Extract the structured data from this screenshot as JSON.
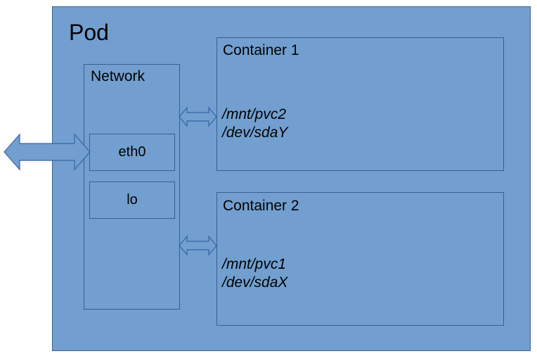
{
  "colors": {
    "pod_fill": "#729fcf",
    "border": "#3a5f8d",
    "arrow_fill": "#729fcf",
    "arrow_stroke": "#3465a4"
  },
  "pod": {
    "label": "Pod"
  },
  "network": {
    "label": "Network",
    "interfaces": [
      "eth0",
      "lo"
    ]
  },
  "containers": [
    {
      "label": "Container 1",
      "mounts": [
        "/mnt/pvc2",
        "/dev/sdaY"
      ]
    },
    {
      "label": "Container 2",
      "mounts": [
        "/mnt/pvc1",
        "/dev/sdaX"
      ]
    }
  ]
}
